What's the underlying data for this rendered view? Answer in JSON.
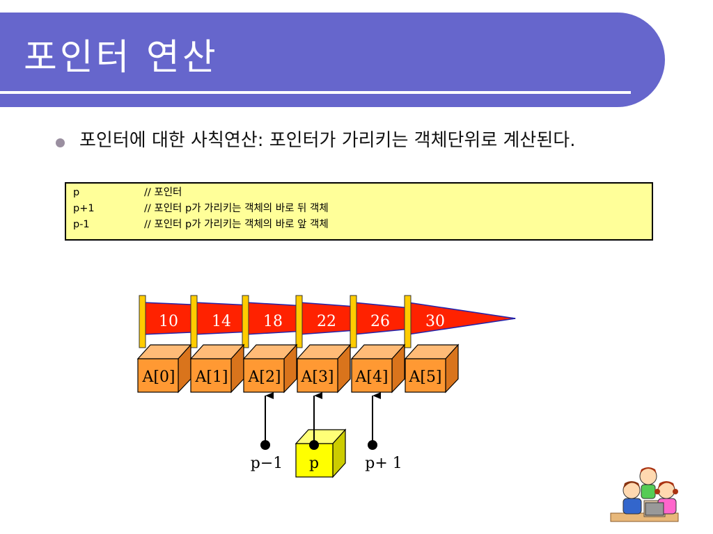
{
  "slide": {
    "title": "포인터 연산",
    "bullet": "포인터에 대한 사칙연산: 포인터가 가리키는 객체단위로 계산된다.",
    "code_lines": [
      {
        "expr": "p",
        "comment": "// 포인터"
      },
      {
        "expr": "p+1",
        "comment": "// 포인터 p가 가리키는 객체의 바로 뒤 객체"
      },
      {
        "expr": "p-1",
        "comment": "// 포인터 p가 가리키는 객체의 바로 앞 객체"
      }
    ]
  },
  "diagram": {
    "flag_values": [
      "10",
      "14",
      "18",
      "22",
      "26",
      "30"
    ],
    "boxes": [
      "A[0]",
      "A[1]",
      "A[2]",
      "A[3]",
      "A[4]",
      "A[5]"
    ],
    "pointer_p": "p",
    "pointer_prev": "p−1",
    "pointer_next": "p+ 1"
  },
  "colors": {
    "title_bar": "#6666cc",
    "flag_red": "#ff2200",
    "pole_yellow": "#ffcc00",
    "box_orange": "#ff9933",
    "pointer_box": "#ffff00",
    "code_bg": "#ffff99"
  },
  "icons": [
    "children-computer-clipart"
  ]
}
